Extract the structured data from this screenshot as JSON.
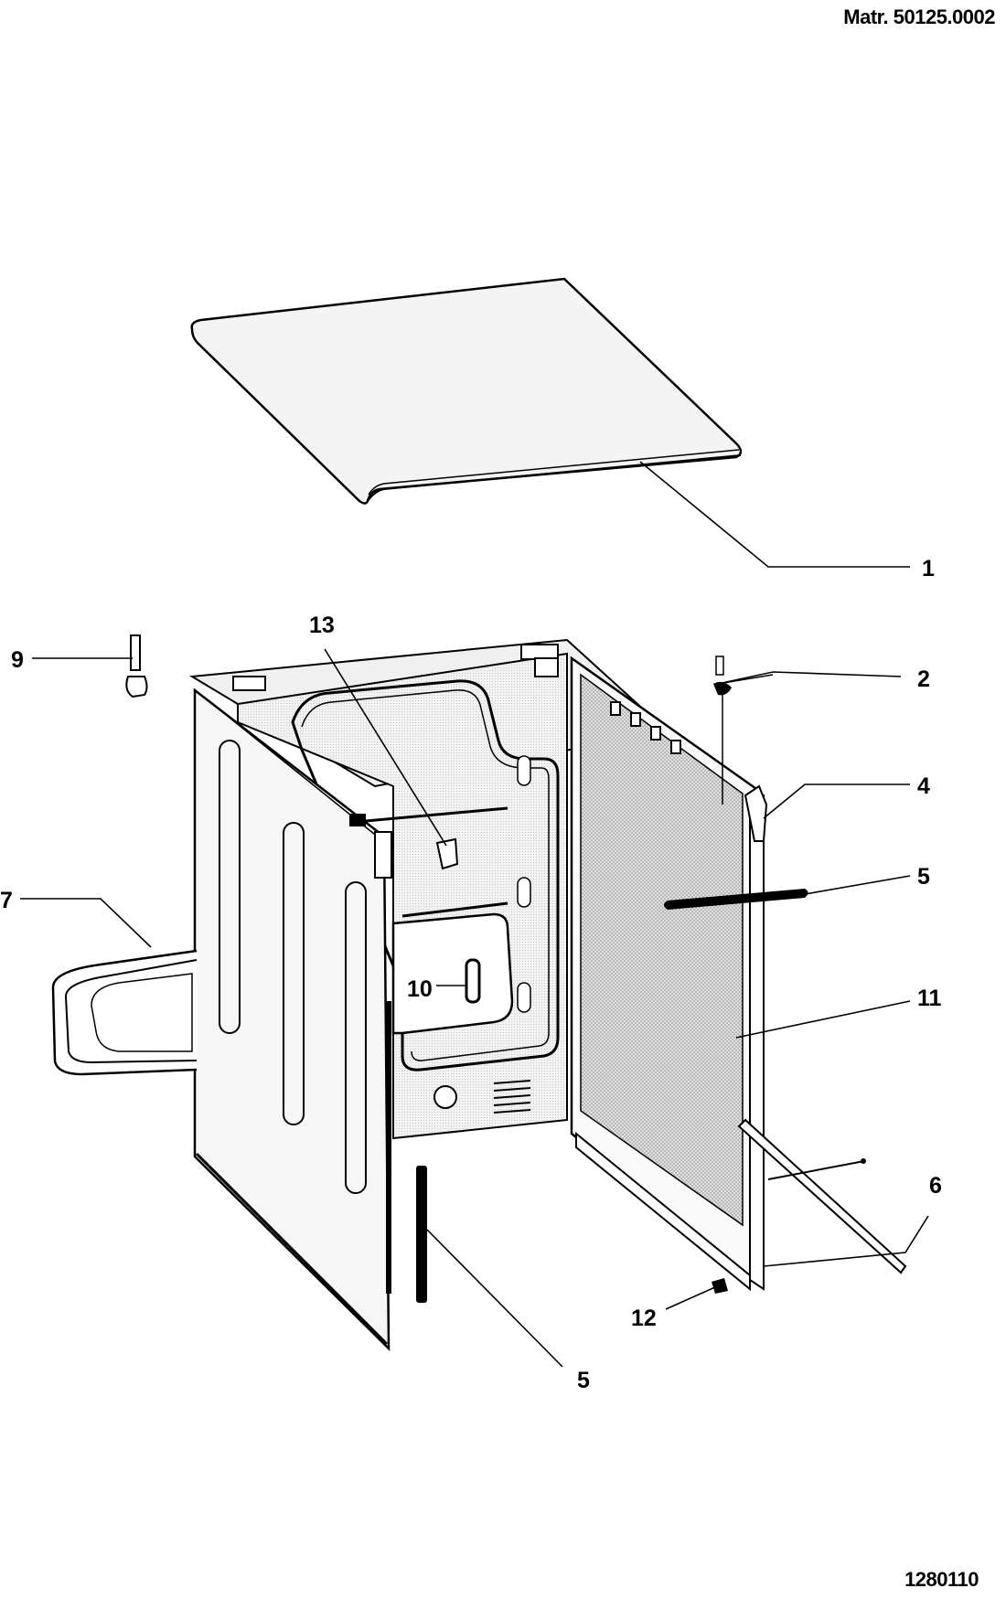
{
  "header": {
    "matr": "Matr. 50125.0002"
  },
  "footer": {
    "drawing_number": "1280110"
  },
  "callouts": [
    {
      "id": "c1",
      "label": "1"
    },
    {
      "id": "c2",
      "label": "2"
    },
    {
      "id": "c4",
      "label": "4"
    },
    {
      "id": "c5a",
      "label": "5"
    },
    {
      "id": "c5b",
      "label": "5"
    },
    {
      "id": "c6",
      "label": "6"
    },
    {
      "id": "c7",
      "label": "7"
    },
    {
      "id": "c9",
      "label": "9"
    },
    {
      "id": "c10",
      "label": "10"
    },
    {
      "id": "c11",
      "label": "11"
    },
    {
      "id": "c12",
      "label": "12"
    },
    {
      "id": "c13",
      "label": "13"
    }
  ],
  "colors": {
    "line": "#000000",
    "panel_fill": "#f2f2f2",
    "back_fill": "#e6e6e6",
    "mesh_fill": "#cfcfcf",
    "background": "#ffffff"
  }
}
